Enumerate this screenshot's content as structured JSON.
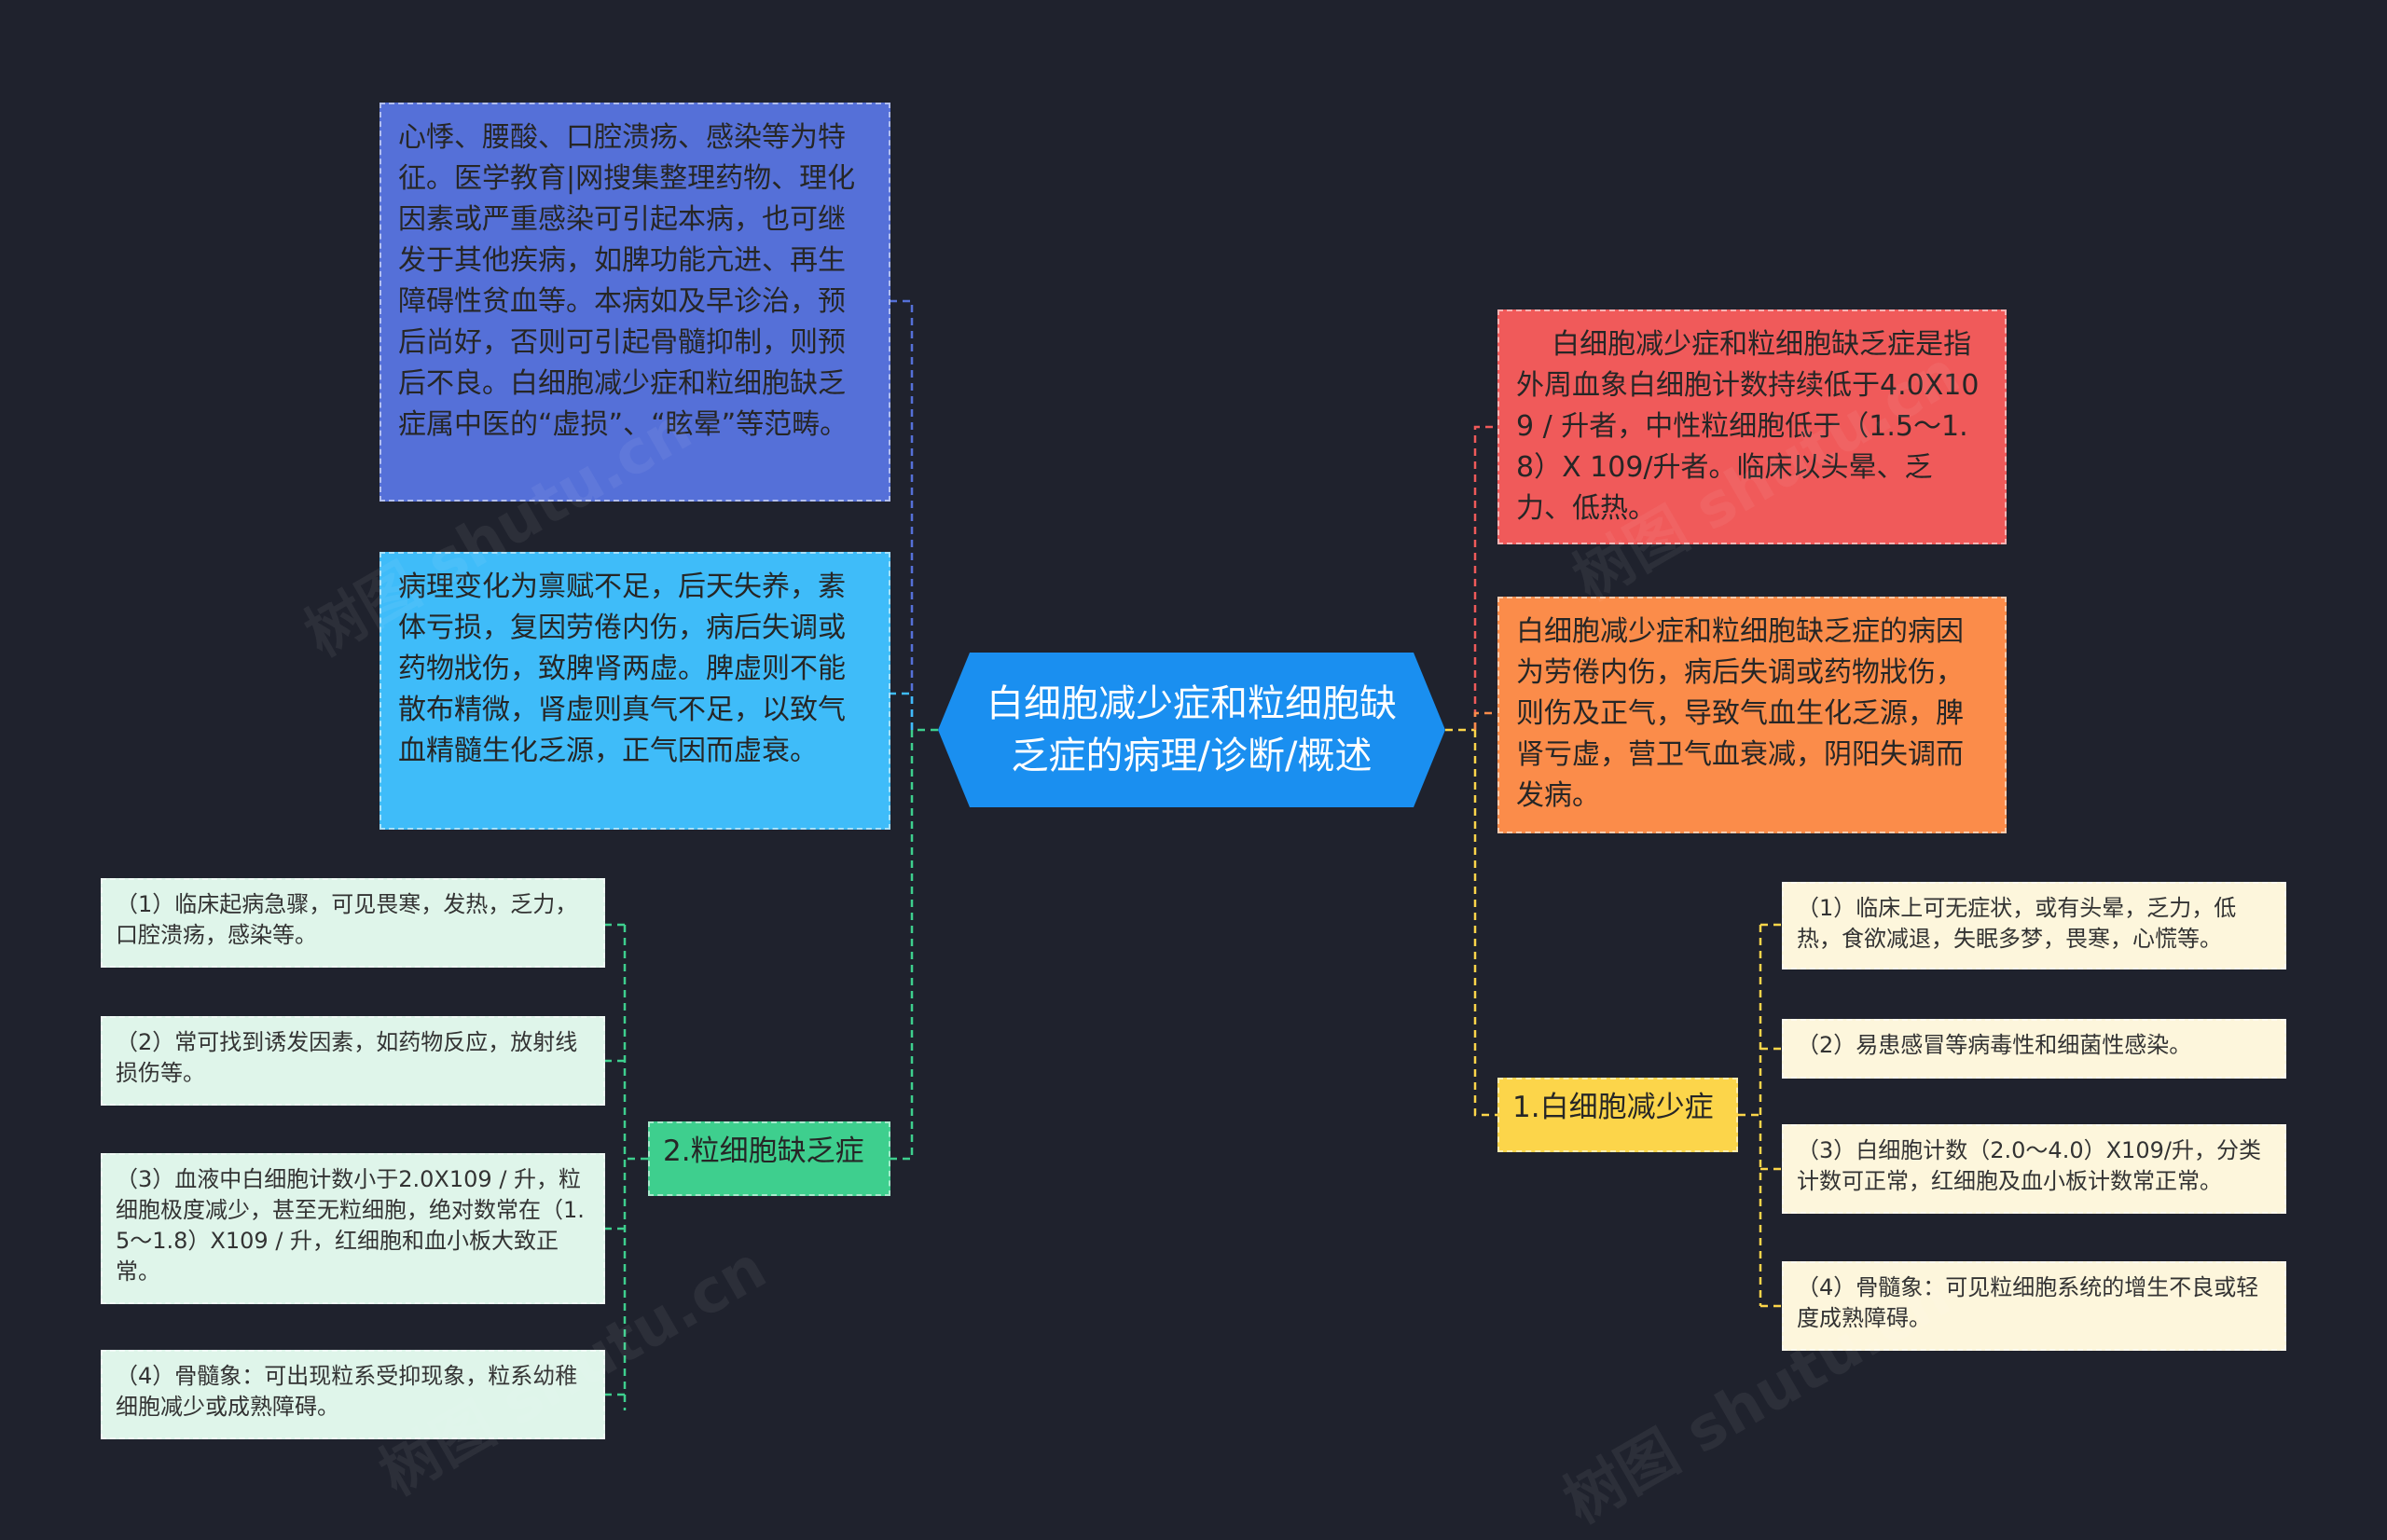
{
  "center": {
    "text": "白细胞减少症和粒细胞缺乏症的病理/诊断/概述",
    "color": "#1a8ff0"
  },
  "left": {
    "n1": "心悸、腰酸、口腔溃疡、感染等为特征。医学教育|网搜集整理药物、理化因素或严重感染可引起本病，也可继发于其他疾病，如脾功能亢进、再生障碍性贫血等。本病如及早诊治，预后尚好，否则可引起骨髓抑制，则预后不良。白细胞减少症和粒细胞缺乏症属中医的“虚损”、“眩晕”等范畴。",
    "n2": "病理变化为禀赋不足，后天失养，素体亏损，复因劳倦内伤，病后失调或药物戕伤，致脾肾两虚。脾虚则不能散布精微，肾虚则真气不足，以致气血精髓生化乏源，正气因而虚衰。",
    "branch": "2.粒细胞缺乏症",
    "children": [
      "（1）临床起病急骤，可见畏寒，发热，乏力，口腔溃疡，感染等。",
      "（2）常可找到诱发因素，如药物反应，放射线损伤等。",
      "（3）血液中白细胞计数小于2.0X109 / 升，粒细胞极度减少，甚至无粒细胞，绝对数常在（1.5～1.8）X109 / 升，红细胞和血小板大致正常。",
      "（4）骨髓象：可出现粒系受抑现象，粒系幼稚细胞减少或成熟障碍。"
    ]
  },
  "right": {
    "n1": "    白细胞减少症和粒细胞缺乏症是指外周血象白细胞计数持续低于4.0X109 / 升者，中性粒细胞低于（1.5～1.8）X 109/升者。临床以头晕、乏力、低热。",
    "n2": "白细胞减少症和粒细胞缺乏症的病因为劳倦内伤，病后失调或药物戕伤，则伤及正气，导致气血生化乏源，脾肾亏虚，营卫气血衰减，阴阳失调而发病。",
    "branch": "1.白细胞减少症",
    "children": [
      "（1）临床上可无症状，或有头晕，乏力，低热，食欲减退，失眠多梦，畏寒，心慌等。",
      "（2）易患感冒等病毒性和细菌性感染。",
      "（3）白细胞计数（2.0～4.0）X109/升，分类计数可正常，红细胞及血小板计数常正常。",
      "（4）骨髓象：可见粒细胞系统的增生不良或轻度成熟障碍。"
    ]
  },
  "watermark": "树图 shutu.cn",
  "colors": {
    "background": "#1f222d",
    "left_n1": "#5570d8",
    "left_n2": "#3fbcf9",
    "left_branch": "#3ecf8e",
    "left_child": "#dff5ea",
    "right_n1": "#f05a5a",
    "right_n2": "#fb8c4a",
    "right_branch": "#fcd54a",
    "right_child": "#fdf6dc"
  }
}
